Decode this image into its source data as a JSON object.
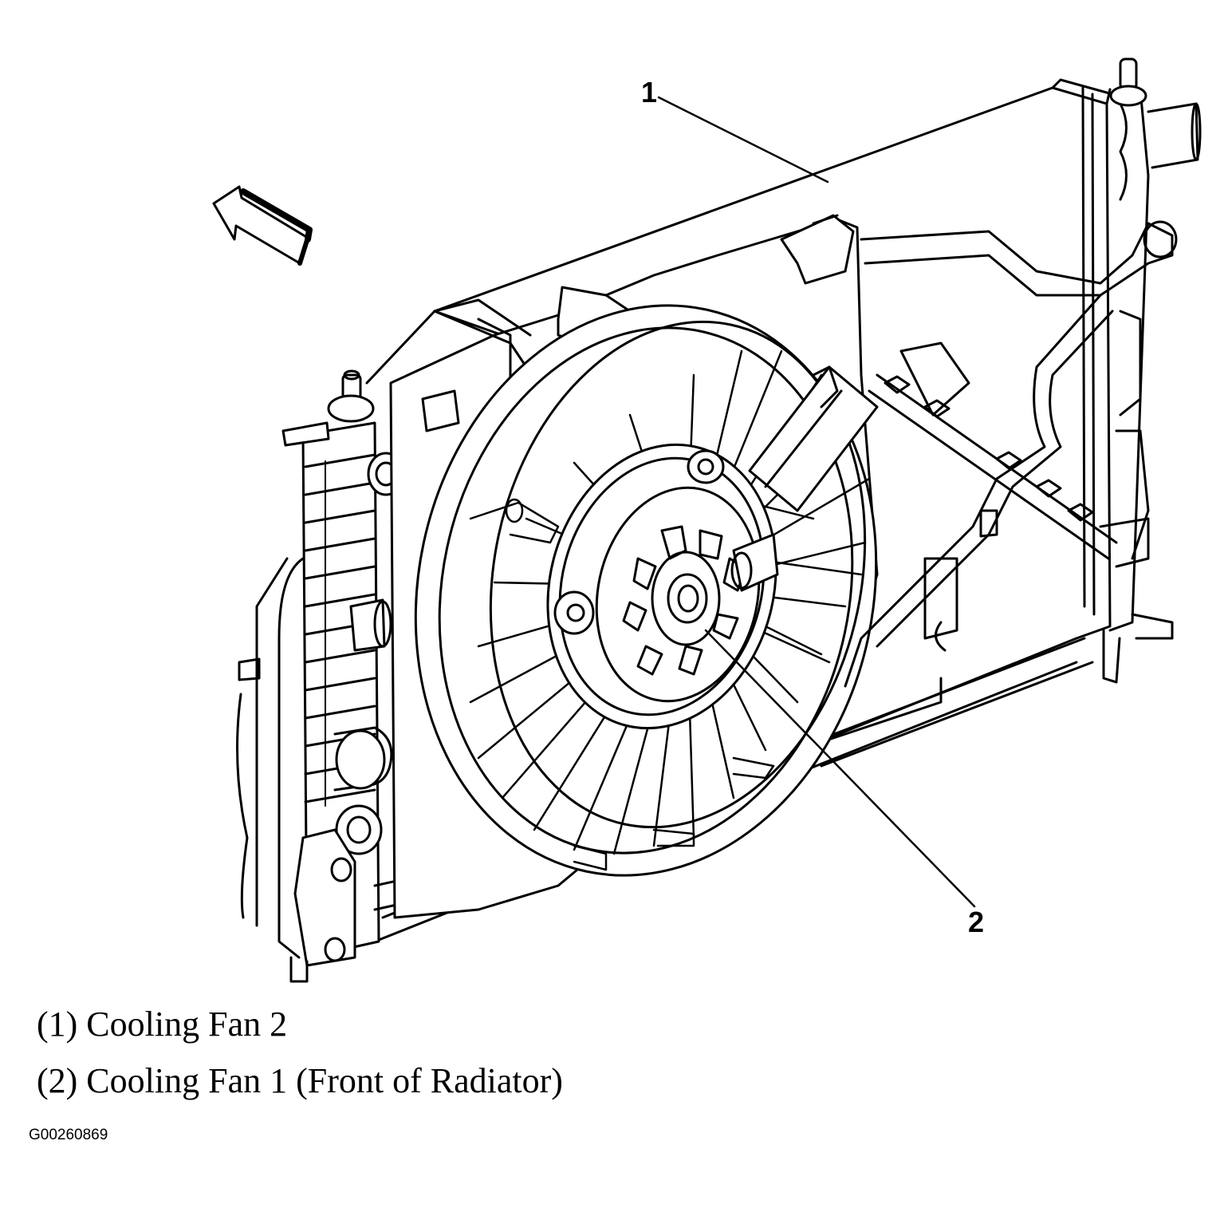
{
  "callouts": {
    "one": "1",
    "two": "2"
  },
  "legend": {
    "item1": "(1) Cooling Fan 2",
    "item2": "(2) Cooling Fan 1 (Front of Radiator)"
  },
  "figure_id": "G00260869",
  "colors": {
    "ink": "#000000",
    "paper": "#ffffff"
  },
  "icons": {
    "direction_arrow": "forward-arrow-icon"
  }
}
